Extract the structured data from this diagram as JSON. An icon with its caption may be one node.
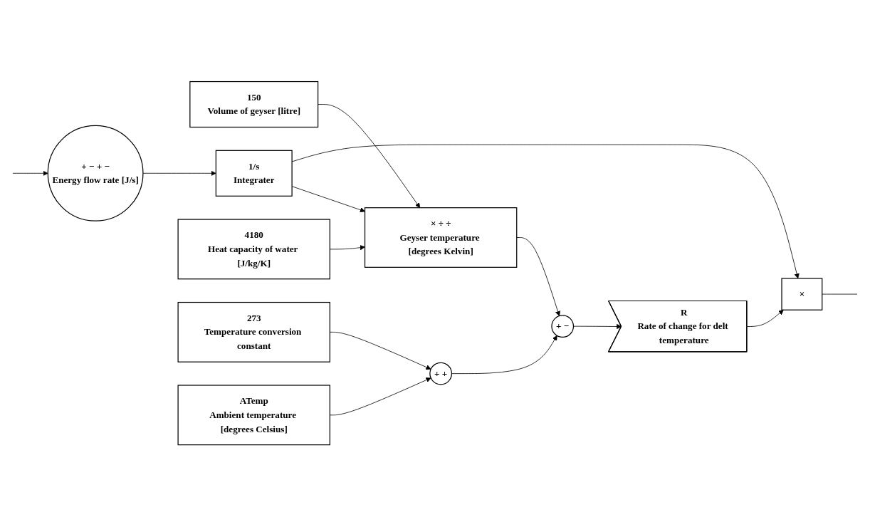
{
  "diagram": {
    "nodes": [
      {
        "text": [
          "150",
          "Volume of geyser [litre]"
        ]
      },
      {
        "text": [
          "+ − + −",
          "Energy flow rate [J/s]"
        ]
      },
      {
        "text": [
          "1/s",
          "Integrater"
        ]
      },
      {
        "text": [
          "4180",
          "Heat capacity of water [J/kg/K]"
        ]
      },
      {
        "text": [
          "× ÷ ÷",
          "Geyser temperature [degrees Kelvin]"
        ]
      },
      {
        "text": [
          "273",
          "Temperature conversion constant"
        ]
      },
      {
        "text": [
          "+ +"
        ]
      },
      {
        "text": [
          "+ −"
        ]
      },
      {
        "text": [
          "ATemp",
          "Ambient temperature [degrees Celsius]"
        ]
      },
      {
        "text": [
          "×"
        ]
      },
      {
        "text": [
          "R",
          "Rate of change for delt temperature"
        ]
      }
    ],
    "edges": [
      {
        "from": 0,
        "to": 4,
        "arrow": "to"
      },
      {
        "from": 3,
        "to": 4,
        "arrow": "to"
      },
      {
        "from": 1,
        "to": 2,
        "arrow": "to"
      },
      {
        "from": 2,
        "to": 4,
        "arrow": "to"
      },
      {
        "from": 2,
        "to": 9,
        "arrow": "to"
      },
      {
        "from": 4,
        "to": 7,
        "arrow": "to"
      },
      {
        "from": null,
        "to": 1,
        "arrow": "to"
      },
      {
        "from": 5,
        "to": 6,
        "arrow": "to"
      },
      {
        "from": 8,
        "to": 6,
        "arrow": "to"
      },
      {
        "from": 6,
        "to": 7,
        "arrow": "to"
      },
      {
        "from": 7,
        "to": 10,
        "arrow": "to"
      },
      {
        "from": 10,
        "to": 9,
        "arrow": "to"
      },
      {
        "from": 9,
        "to": null,
        "arrow": "none"
      }
    ]
  }
}
